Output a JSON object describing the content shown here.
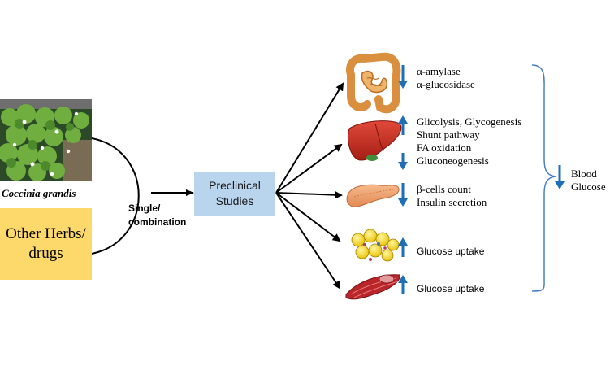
{
  "plant": {
    "caption": "Coccinia grandis"
  },
  "herbs_box": {
    "line1": "Other Herbs/",
    "line2": "drugs"
  },
  "connector": {
    "line1": "Single/",
    "line2": "combination"
  },
  "center_box": {
    "line1": "Preclinical",
    "line2": "Studies"
  },
  "targets": [
    {
      "organ": "intestine",
      "icon": "intestine-icon",
      "direction": "down",
      "effects": [
        "α-amylase",
        "α-glucosidase"
      ]
    },
    {
      "organ": "liver",
      "icon": "liver-icon",
      "direction": "up-down",
      "effects": [
        "Glicolysis, Glycogenesis",
        "Shunt pathway",
        "FA oxidation",
        "Gluconeogenesis"
      ]
    },
    {
      "organ": "pancreas",
      "icon": "pancreas-icon",
      "direction": "down",
      "effects": [
        "β-cells count",
        "Insulin secretion"
      ]
    },
    {
      "organ": "adipose",
      "icon": "adipose-tissue-icon",
      "direction": "up",
      "effects": [
        "Glucose uptake"
      ]
    },
    {
      "organ": "muscle",
      "icon": "muscle-icon",
      "direction": "up",
      "effects": [
        "Glucose uptake"
      ]
    }
  ],
  "outcome": {
    "direction": "down",
    "line1": "Blood",
    "line2": "Glucose"
  },
  "colors": {
    "arrow_blue": "#1f6fb8",
    "herbs_fill": "#fcd96a",
    "preclinical_fill": "#b9d4ed",
    "bracket": "#4a7ec2"
  }
}
